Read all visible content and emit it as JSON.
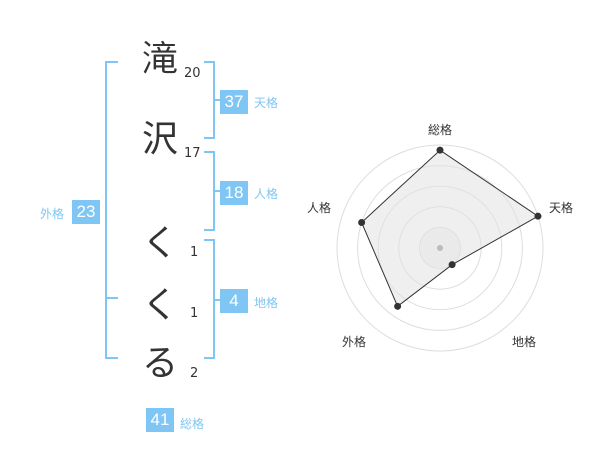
{
  "chars": [
    {
      "char": "滝",
      "count": "20"
    },
    {
      "char": "沢",
      "count": "17"
    },
    {
      "char": "く",
      "count": "1"
    },
    {
      "char": "く",
      "count": "1"
    },
    {
      "char": "る",
      "count": "2"
    }
  ],
  "scores": {
    "tenkaku": {
      "value": "37",
      "label": "天格"
    },
    "jinkaku": {
      "value": "18",
      "label": "人格"
    },
    "chikaku": {
      "value": "4",
      "label": "地格"
    },
    "gaikaku": {
      "value": "23",
      "label": "外格"
    },
    "soukaku": {
      "value": "41",
      "label": "総格"
    }
  },
  "colors": {
    "accent": "#7fc6f4",
    "ink": "#333333",
    "grid": "#dddddd",
    "fill": "#eeeeee"
  },
  "chart_data": {
    "type": "radar",
    "axes": [
      "総格",
      "天格",
      "地格",
      "外格",
      "人格"
    ],
    "values": [
      0.95,
      1.0,
      0.2,
      0.7,
      0.8
    ],
    "range": [
      0,
      1
    ],
    "rings": 5
  }
}
